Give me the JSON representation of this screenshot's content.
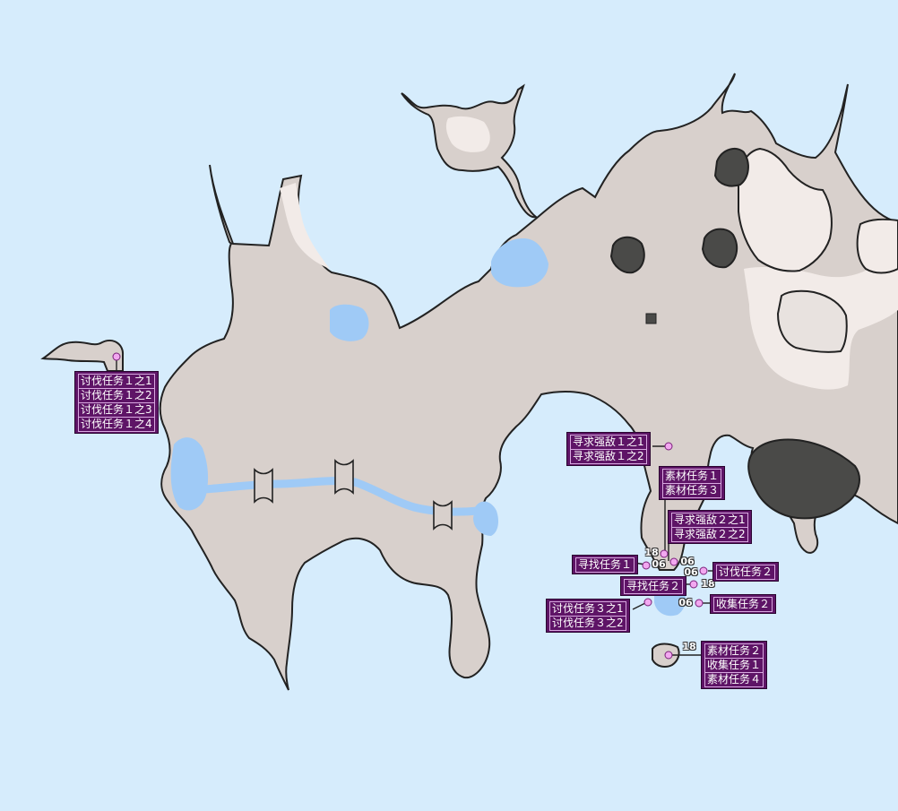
{
  "colors": {
    "water": "#d6ecfc",
    "land": "#d8d0cc",
    "light_land": "#f2ebe8",
    "pond": "#9fcaf6",
    "rock": "#4a4a48",
    "label_bg": "#5e1466",
    "marker": "#f2a8f0"
  },
  "labels": {
    "west_hunt": [
      "讨伐任务１之1",
      "讨伐任务１之2",
      "讨伐任务１之3",
      "讨伐任务１之4"
    ],
    "strong_enemy_1": [
      "寻求强敌１之1",
      "寻求强敌１之2"
    ],
    "material_1_3": [
      "素材任务１",
      "素材任务３"
    ],
    "strong_enemy_2": [
      "寻求强敌２之1",
      "寻求强敌２之2"
    ],
    "find_1": [
      "寻找任务１"
    ],
    "hunt_2": [
      "讨伐任务２"
    ],
    "find_2": [
      "寻找任务２"
    ],
    "gather_2": [
      "收集任务２"
    ],
    "hunt_3": [
      "讨伐任务３之1",
      "讨伐任务３之2"
    ],
    "south_group": [
      "素材任务２",
      "收集任务１",
      "素材任务４"
    ]
  },
  "numbers": {
    "n18_a": "18",
    "n06_a": "06",
    "n06_b": "06",
    "n06_c": "06",
    "n18_b": "18",
    "n06_d": "06",
    "n18_c": "18"
  }
}
